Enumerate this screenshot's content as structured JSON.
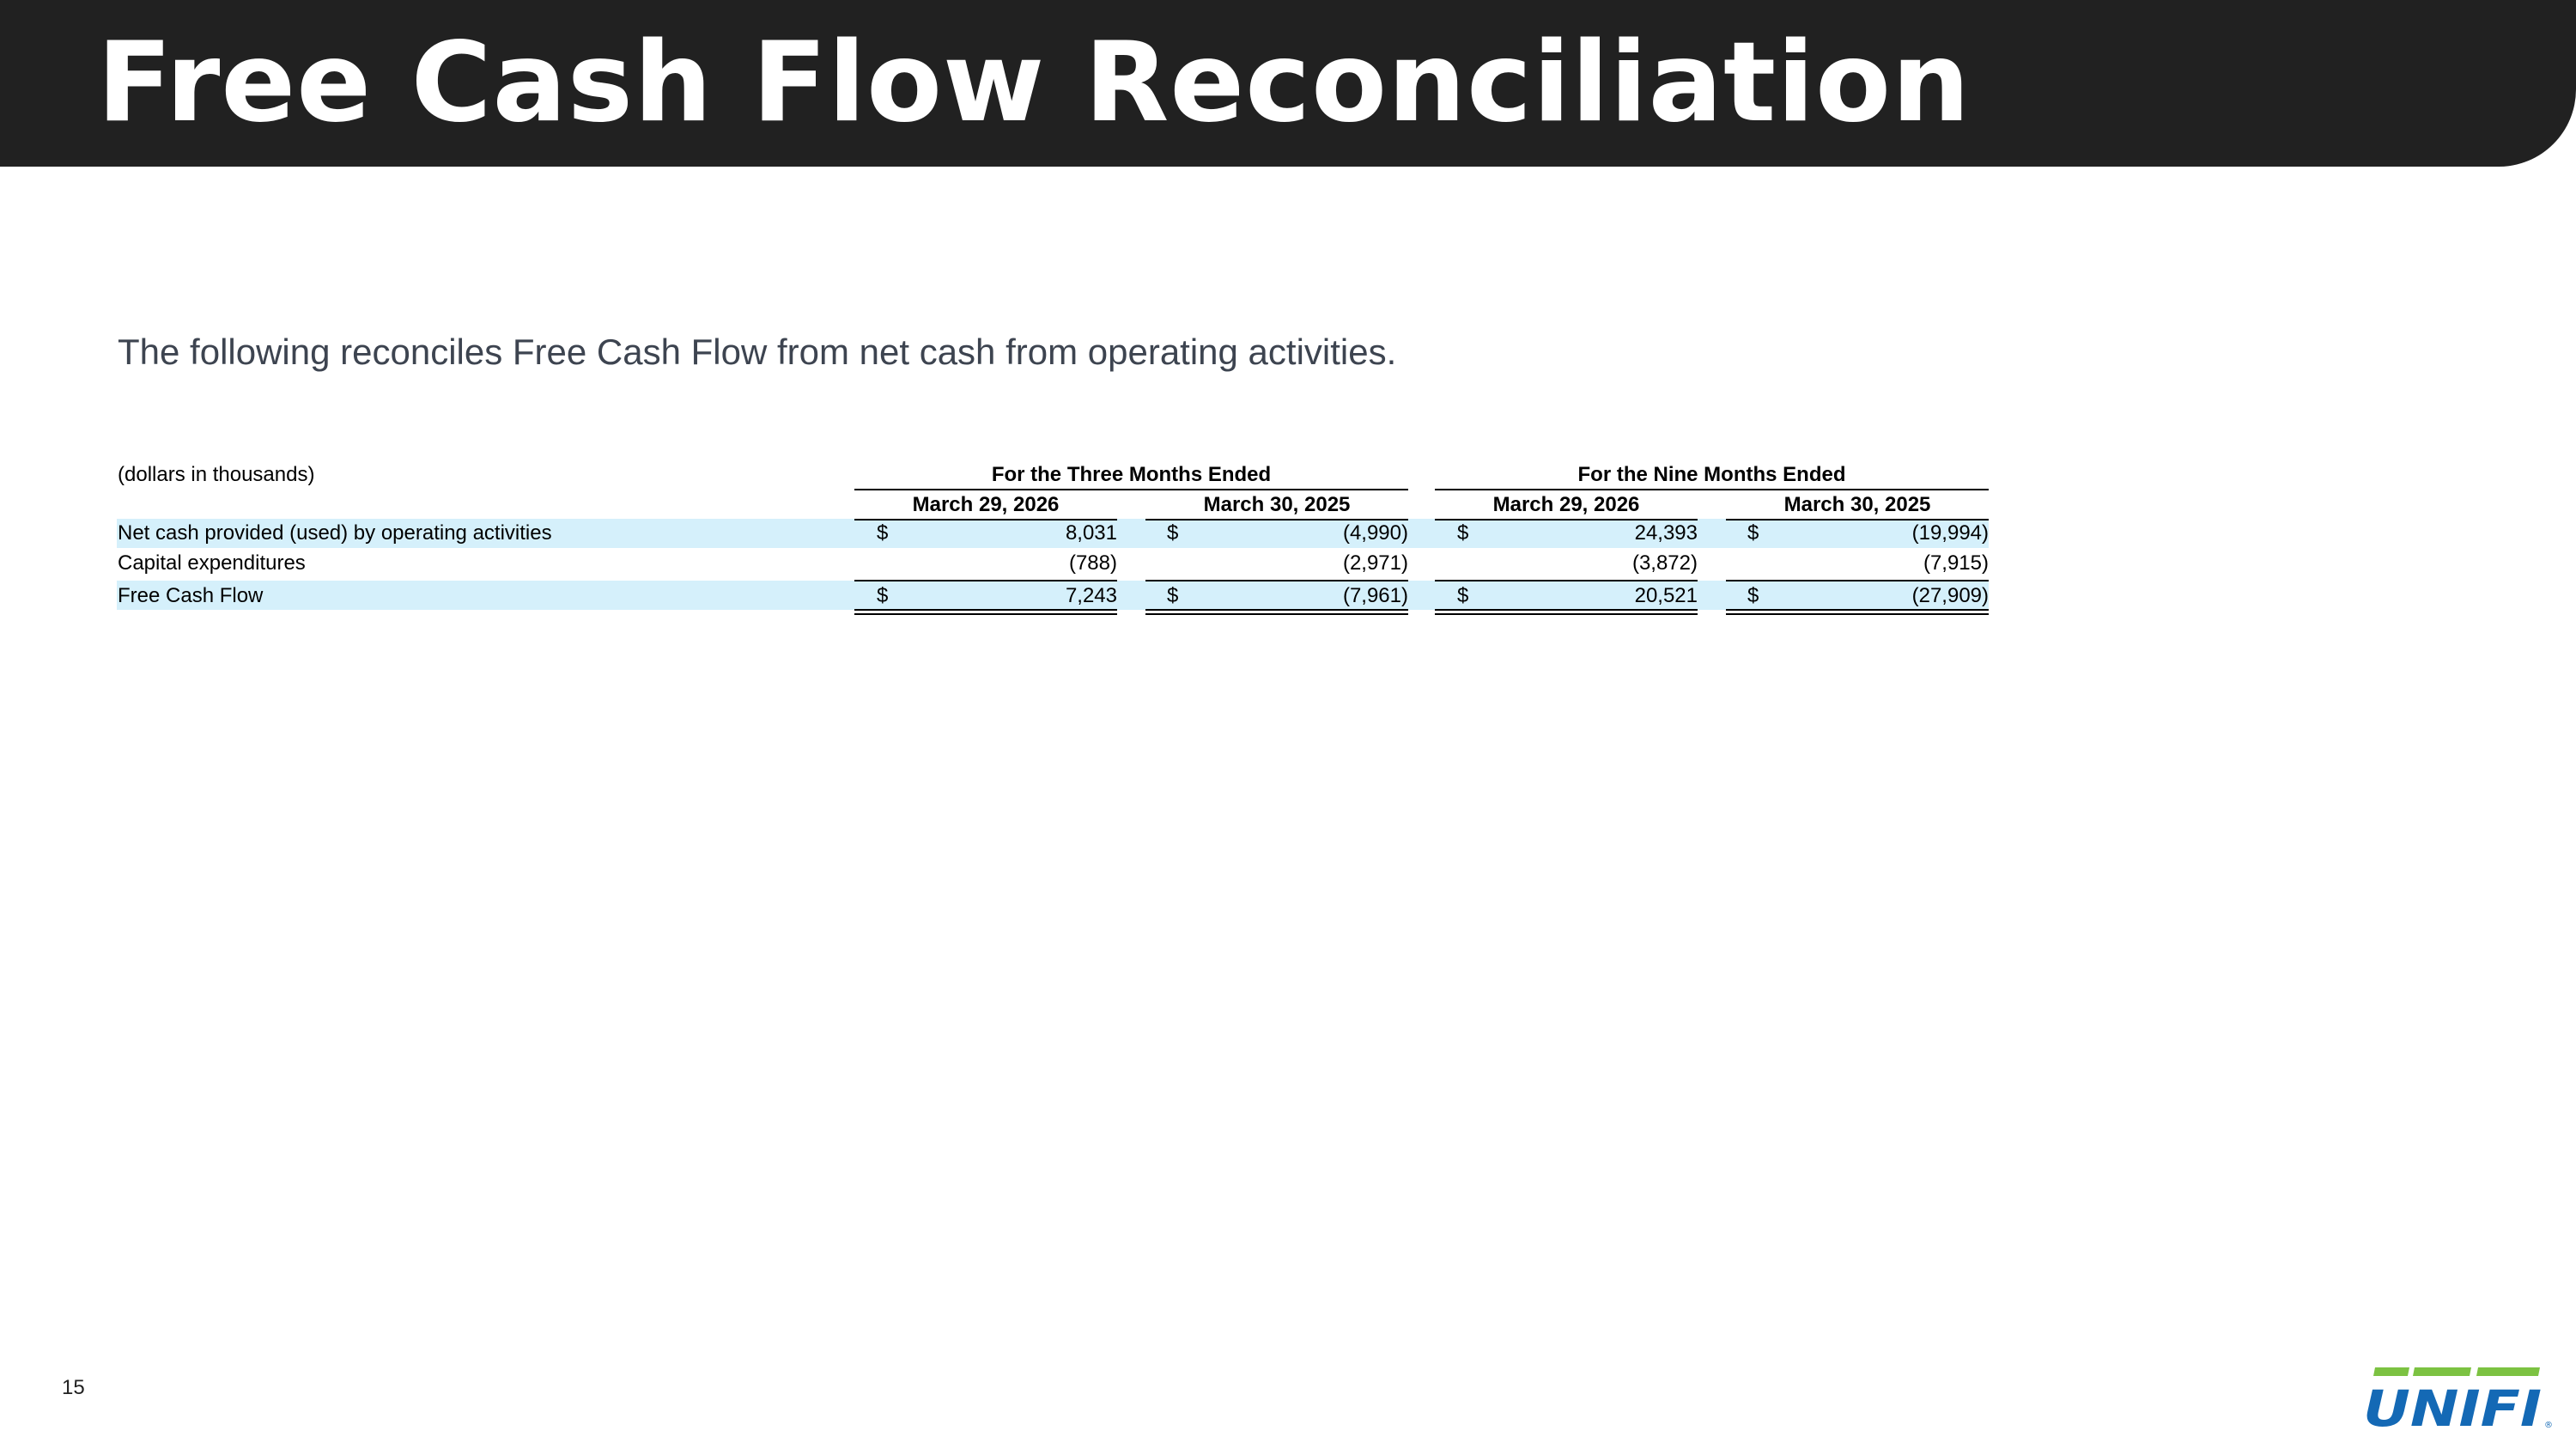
{
  "header": {
    "title": "Free Cash Flow Reconciliation"
  },
  "subtitle": "The following reconciles Free Cash Flow from net cash from operating activities.",
  "table": {
    "unit_label": "(dollars in thousands)",
    "group_headers": [
      "For the Three Months Ended",
      "For the Nine Months Ended"
    ],
    "column_headers": [
      "March 29, 2026",
      "March 30, 2025",
      "March 29, 2026",
      "March 30, 2025"
    ],
    "currency_symbol": "$",
    "rows": [
      {
        "label": "Net cash provided (used) by operating activities",
        "values": [
          "8,031",
          "(4,990)",
          "24,393",
          "(19,994)"
        ]
      },
      {
        "label": "Capital expenditures",
        "values": [
          "(788)",
          "(2,971)",
          "(3,872)",
          "(7,915)"
        ]
      },
      {
        "label": "Free Cash Flow",
        "values": [
          "7,243",
          "(7,961)",
          "20,521",
          "(27,909)"
        ]
      }
    ]
  },
  "footer": {
    "page_number": "15"
  },
  "logo": {
    "text": "UNIFI",
    "registered_mark": "®",
    "colors": {
      "green": "#7cc242",
      "blue": "#1469b5"
    }
  }
}
